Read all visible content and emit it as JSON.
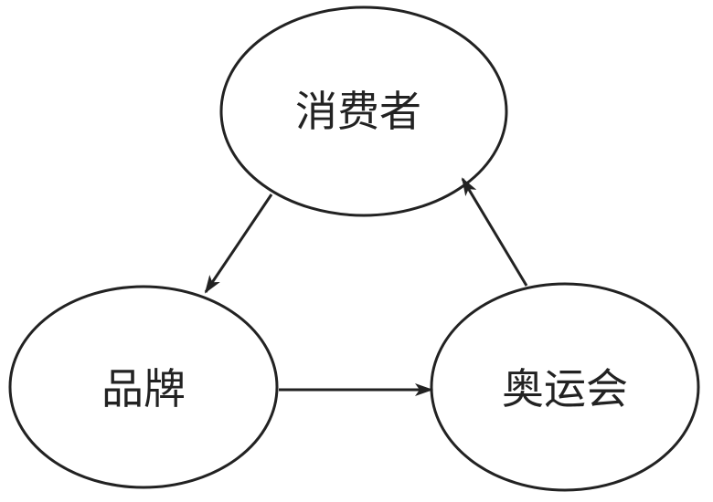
{
  "diagram": {
    "nodes": [
      {
        "id": "consumer",
        "label": "消费者"
      },
      {
        "id": "brand",
        "label": "品牌"
      },
      {
        "id": "olympics",
        "label": "奥运会"
      }
    ],
    "edges": [
      {
        "from": "consumer",
        "to": "brand"
      },
      {
        "from": "brand",
        "to": "olympics"
      },
      {
        "from": "olympics",
        "to": "consumer"
      }
    ],
    "colors": {
      "stroke": "#222222",
      "background": "#ffffff"
    }
  }
}
